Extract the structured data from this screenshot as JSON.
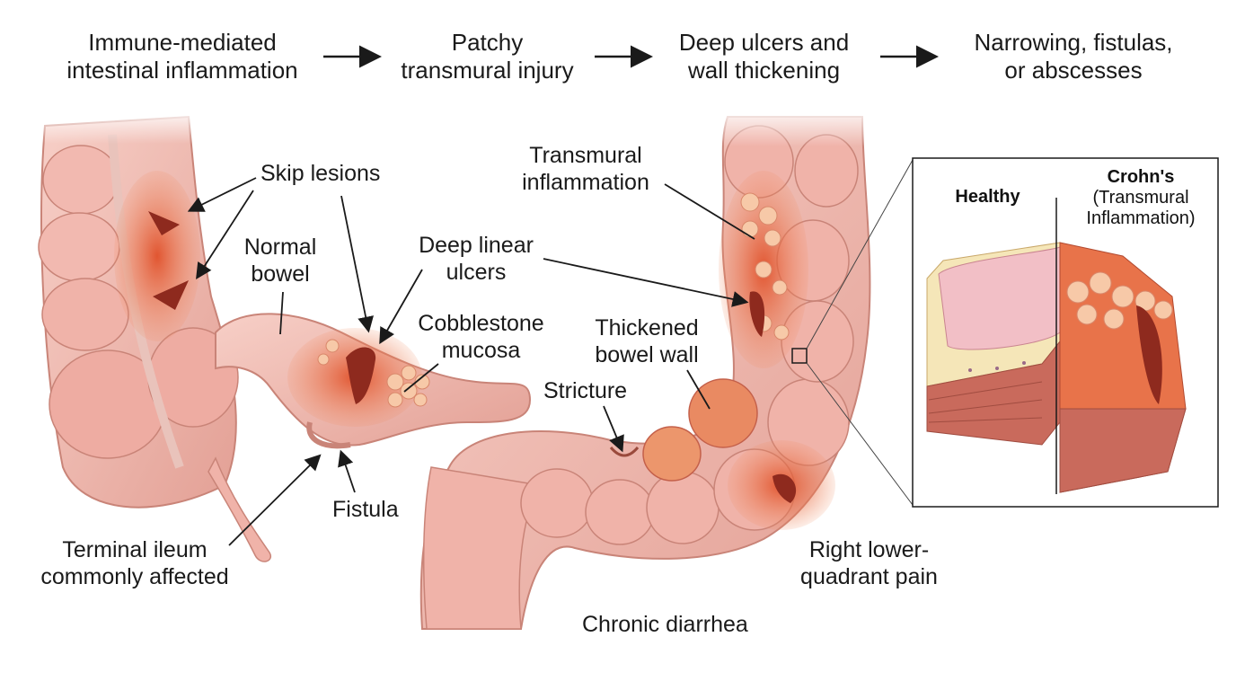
{
  "flow_steps": [
    {
      "line1": "Immune-mediated",
      "line2": "intestinal inflammation"
    },
    {
      "line1": "Patchy",
      "line2": "transmural injury"
    },
    {
      "line1": "Deep ulcers and",
      "line2": "wall thickening"
    },
    {
      "line1": "Narrowing, fistulas,",
      "line2": "or abscesses"
    }
  ],
  "labels": {
    "skip_lesions": "Skip lesions",
    "normal_bowel": {
      "line1": "Normal",
      "line2": "bowel"
    },
    "deep_linear_ulcers": {
      "line1": "Deep linear",
      "line2": "ulcers"
    },
    "cobblestone_mucosa": {
      "line1": "Cobblestone",
      "line2": "mucosa"
    },
    "transmural_inflammation": {
      "line1": "Transmural",
      "line2": "inflammation"
    },
    "thickened_bowel_wall": {
      "line1": "Thickened",
      "line2": "bowel wall"
    },
    "stricture": "Stricture",
    "fistula": "Fistula",
    "terminal_ileum": {
      "line1": "Terminal ileum",
      "line2": "commonly affected"
    },
    "right_lower_quadrant": {
      "line1": "Right lower-",
      "line2": "quadrant pain"
    },
    "chronic_diarrhea": "Chronic diarrhea"
  },
  "inset": {
    "healthy": "Healthy",
    "crohns": "Crohn's",
    "crohns_sub": {
      "line1": "(Transmural",
      "line2": "Inflammation)"
    }
  },
  "colors": {
    "bowel": "#f2b7ae",
    "bowel_shadow": "#d98b80",
    "inflamed": "#e8623a",
    "ulcer": "#8e2a1e",
    "fat": "#f5e6b8",
    "muscle": "#c96a5c"
  }
}
